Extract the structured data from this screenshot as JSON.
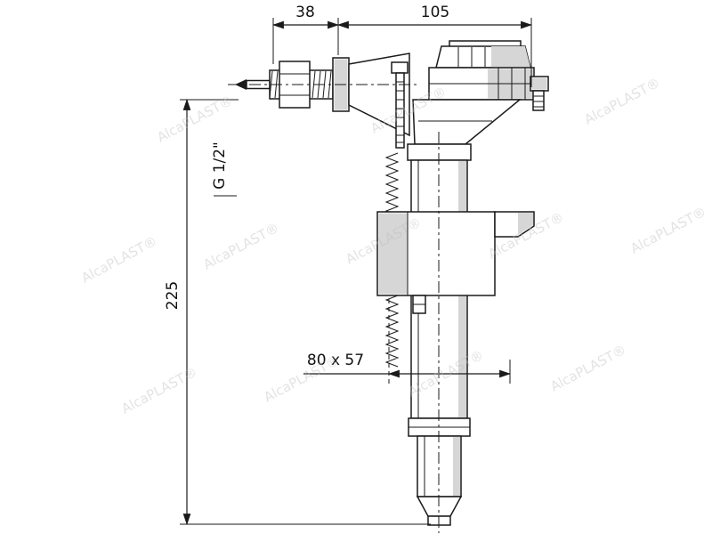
{
  "dimensions": {
    "inlet_offset": "38",
    "head_width": "105",
    "thread_size": "G 1/2\"",
    "total_height": "225",
    "float_size": "80 x 57"
  },
  "watermark": {
    "text": "AlcaPLAST®"
  },
  "colors": {
    "background": "#ffffff",
    "line": "#1a1a1a",
    "shading": "#d6d6d6",
    "watermark": "#bdbdbd"
  }
}
